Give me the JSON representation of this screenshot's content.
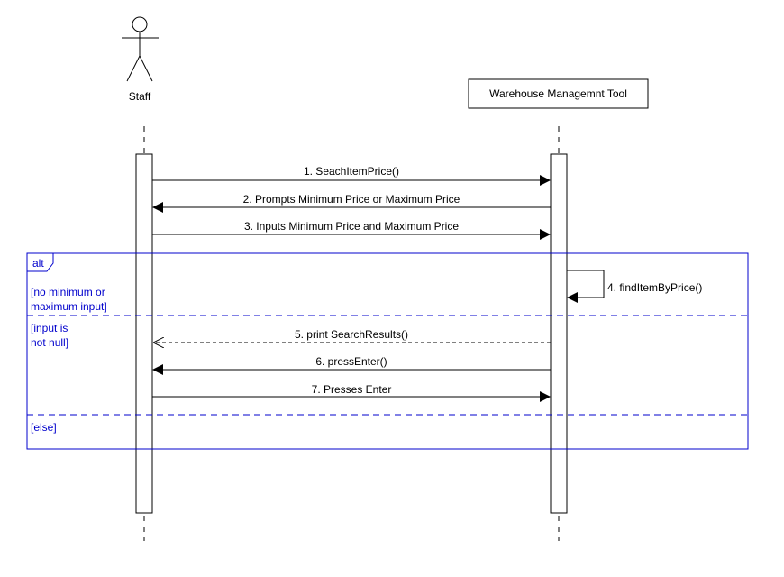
{
  "actors": [
    {
      "name": "Staff",
      "kind": "actor"
    },
    {
      "name": "Warehouse Managemnt Tool",
      "kind": "object"
    }
  ],
  "messages": [
    {
      "label": "1.  SeachItemPrice()",
      "from": "Staff",
      "to": "Warehouse Managemnt Tool",
      "style": "sync"
    },
    {
      "label": "2.  Prompts Minimum Price or Maximum Price",
      "from": "Warehouse Managemnt Tool",
      "to": "Staff",
      "style": "sync"
    },
    {
      "label": "3.  Inputs Minimum Price and Maximum Price",
      "from": "Staff",
      "to": "Warehouse Managemnt Tool",
      "style": "sync"
    },
    {
      "label": "4.  findItemByPrice()",
      "from": "Warehouse Managemnt Tool",
      "to": "Warehouse Managemnt Tool",
      "style": "self"
    },
    {
      "label": "5.  print SearchResults()",
      "from": "Warehouse Managemnt Tool",
      "to": "Staff",
      "style": "return"
    },
    {
      "label": "6.  pressEnter()",
      "from": "Warehouse Managemnt Tool",
      "to": "Staff",
      "style": "sync"
    },
    {
      "label": "7.  Presses Enter",
      "from": "Staff",
      "to": "Warehouse Managemnt Tool",
      "style": "sync"
    }
  ],
  "alt_frame": {
    "tag": "alt",
    "guards": [
      [
        "[no minimum or",
        "maximum input]"
      ],
      [
        "[input is",
        "not null]"
      ],
      [
        "[else]"
      ]
    ]
  },
  "colors": {
    "line": "#000000",
    "frame": "#0000cc",
    "background": "#ffffff"
  }
}
